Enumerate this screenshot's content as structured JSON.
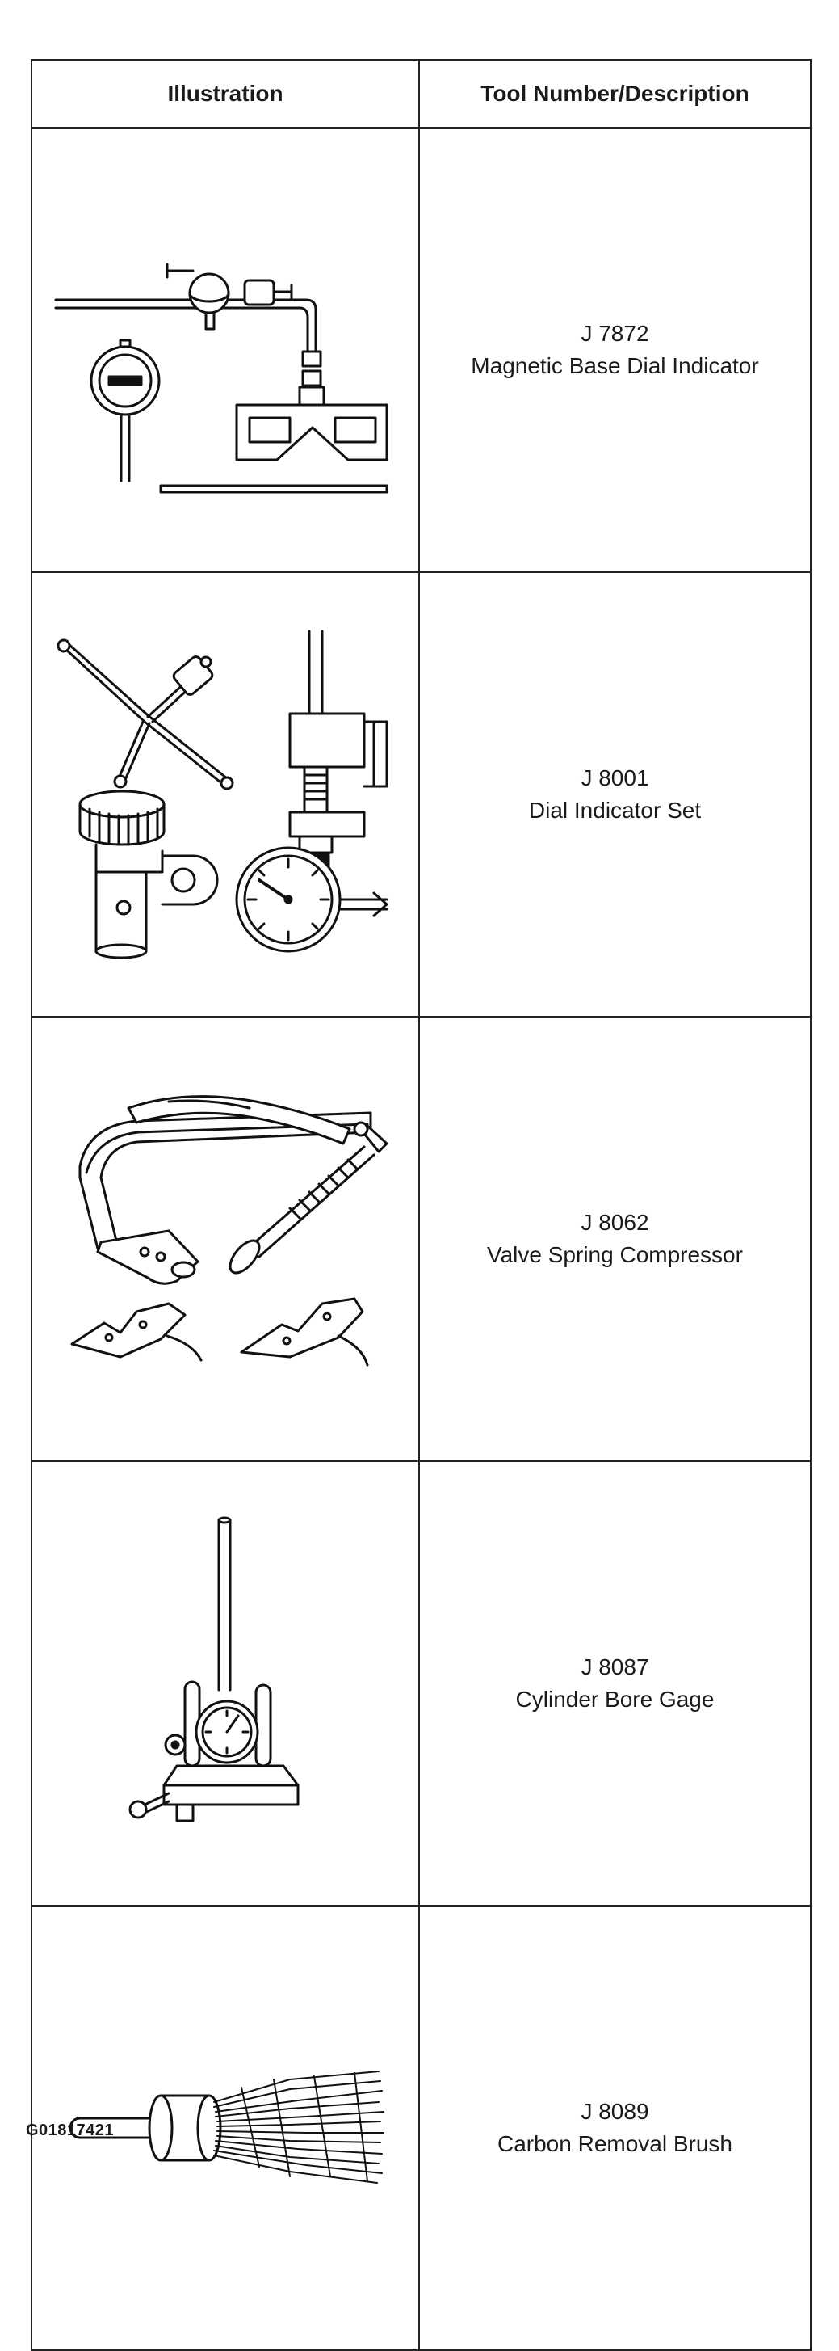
{
  "table": {
    "header": {
      "illustration": "Illustration",
      "tool": "Tool Number/Description"
    },
    "rows": [
      {
        "number": "J 7872",
        "description": "Magnetic Base Dial Indicator",
        "icon": "magnetic-base-dial-indicator-icon"
      },
      {
        "number": "J 8001",
        "description": "Dial Indicator Set",
        "icon": "dial-indicator-set-icon"
      },
      {
        "number": "J 8062",
        "description": "Valve Spring Compressor",
        "icon": "valve-spring-compressor-icon"
      },
      {
        "number": "J 8087",
        "description": "Cylinder Bore Gage",
        "icon": "cylinder-bore-gage-icon"
      },
      {
        "number": "J 8089",
        "description": "Carbon Removal Brush",
        "icon": "carbon-removal-brush-icon"
      }
    ]
  },
  "figure_code": "G01817421"
}
